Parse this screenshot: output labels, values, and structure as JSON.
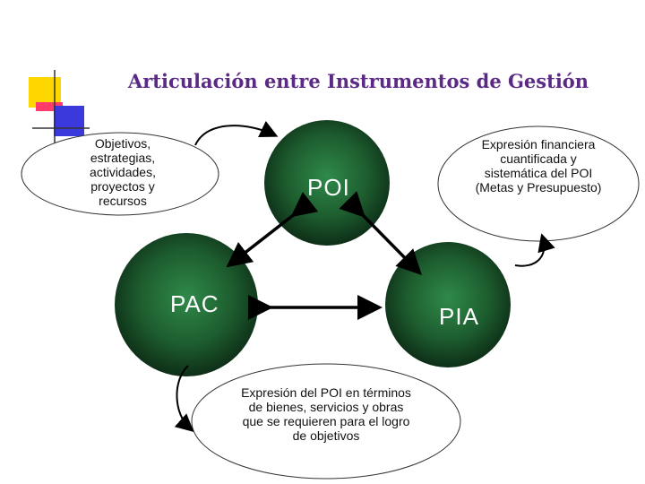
{
  "title": "Articulación entre Instrumentos de Gestión",
  "nodes": {
    "poi": "POI",
    "pac": "PAC",
    "pia": "PIA"
  },
  "notes": {
    "left": "Objetivos, estrategias, actividades, proyectos y recursos",
    "right": "Expresión financiera cuantificada y sistemática del POI (Metas y Presupuesto)",
    "bottom": "Expresión del POI en términos de bienes, servicios y obras que se requieren para el logro de objetivos"
  },
  "colors": {
    "title": "#5a2a85",
    "circle_center": "#2f8a4a",
    "circle_edge": "#0c2914",
    "logo_yellow": "#ffd700",
    "logo_red": "#ff3b6b",
    "logo_blue": "#3a3adc"
  }
}
